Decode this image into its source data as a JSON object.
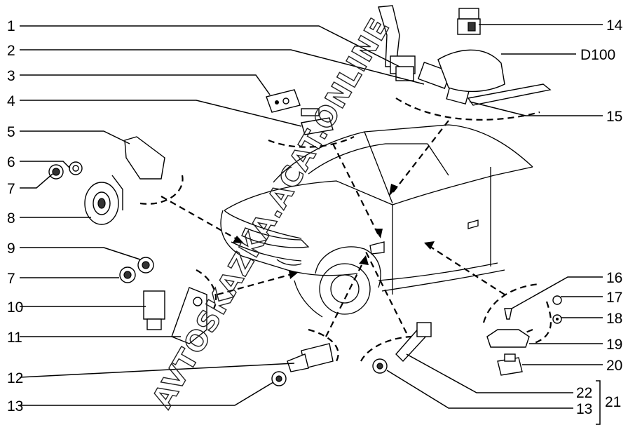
{
  "labels": {
    "l1": "1",
    "l2": "2",
    "l3": "3",
    "l4": "4",
    "l5": "5",
    "l6": "6",
    "l7a": "7",
    "l8": "8",
    "l9": "9",
    "l7b": "7",
    "l10": "10",
    "l11": "11",
    "l12": "12",
    "l13a": "13",
    "l14": "14",
    "ld100": "D100",
    "l15": "15",
    "l16": "16",
    "l17": "17",
    "l18": "18",
    "l19": "19",
    "l20": "20",
    "l22": "22",
    "l13b": "13",
    "l21": "21"
  },
  "watermark": "AVTOSKAZKA.ACAT.ONLINE"
}
